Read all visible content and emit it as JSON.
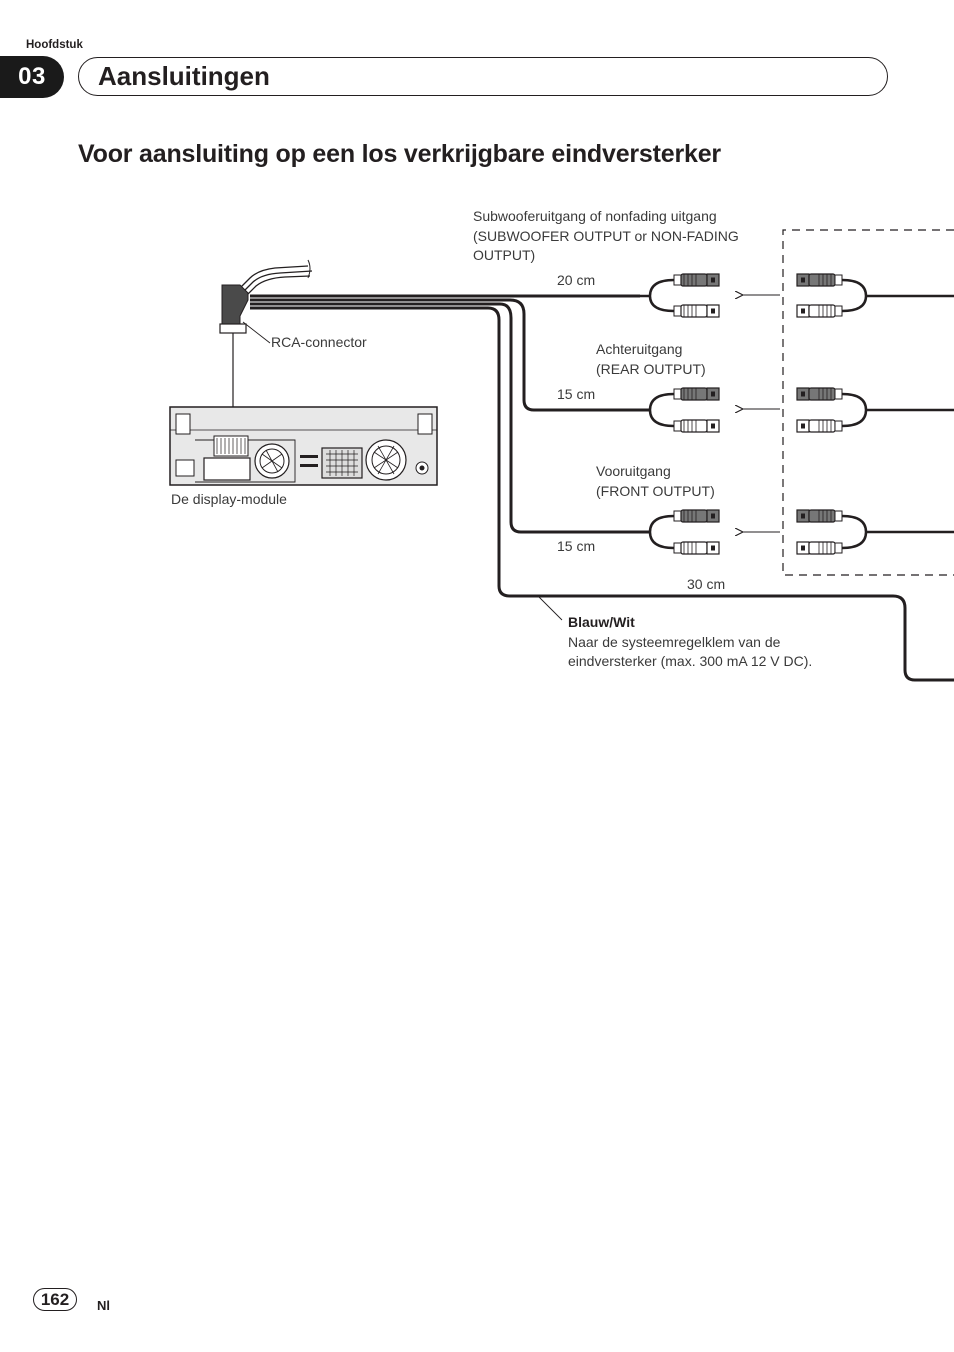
{
  "header": {
    "chapter_label": "Hoofdstuk",
    "chapter_number": "03",
    "chapter_title": "Aansluitingen"
  },
  "section": {
    "title": "Voor aansluiting op een los verkrijgbare eindversterker"
  },
  "diagram": {
    "rca_connector": "RCA-connector",
    "display_module": "De display-module",
    "subwoofer_output": [
      "Subwooferuitgang of nonfading uitgang",
      "(SUBWOOFER OUTPUT or NON-FADING",
      "OUTPUT)"
    ],
    "rear_output": [
      "Achteruitgang",
      "(REAR OUTPUT)"
    ],
    "front_output": [
      "Vooruitgang",
      "(FRONT OUTPUT)"
    ],
    "len_subwoofer": "20 cm",
    "len_rear": "15 cm",
    "len_front": "15 cm",
    "len_blue_white": "30 cm",
    "blue_white_title": "Blauw/Wit",
    "blue_white_desc": [
      "Naar de systeemregelklem van de",
      "eindversterker (max. 300 mA 12 V DC)."
    ]
  },
  "footer": {
    "page_number": "162",
    "language": "Nl"
  }
}
